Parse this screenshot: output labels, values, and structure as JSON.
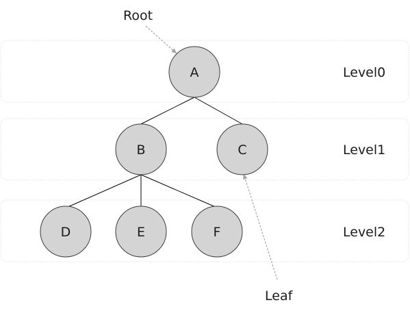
{
  "colors": {
    "node_fill": "#d4d4d4",
    "node_stroke": "#3c3c3c",
    "edge": "#000000",
    "pointer": "#a6a6a6",
    "band_border": "#e2e2e2",
    "text": "#1a1a1a"
  },
  "levels": [
    {
      "label": "Level0"
    },
    {
      "label": "Level1"
    },
    {
      "label": "Level2"
    }
  ],
  "nodes": [
    {
      "label": "A"
    },
    {
      "label": "B"
    },
    {
      "label": "C"
    },
    {
      "label": "D"
    },
    {
      "label": "E"
    },
    {
      "label": "F"
    }
  ],
  "edges": [
    {
      "from": "A",
      "to": "B"
    },
    {
      "from": "A",
      "to": "C"
    },
    {
      "from": "B",
      "to": "D"
    },
    {
      "from": "B",
      "to": "E"
    },
    {
      "from": "B",
      "to": "F"
    }
  ],
  "callouts": {
    "root": {
      "label": "Root",
      "target": "A"
    },
    "leaf": {
      "label": "Leaf",
      "target": "C"
    }
  }
}
